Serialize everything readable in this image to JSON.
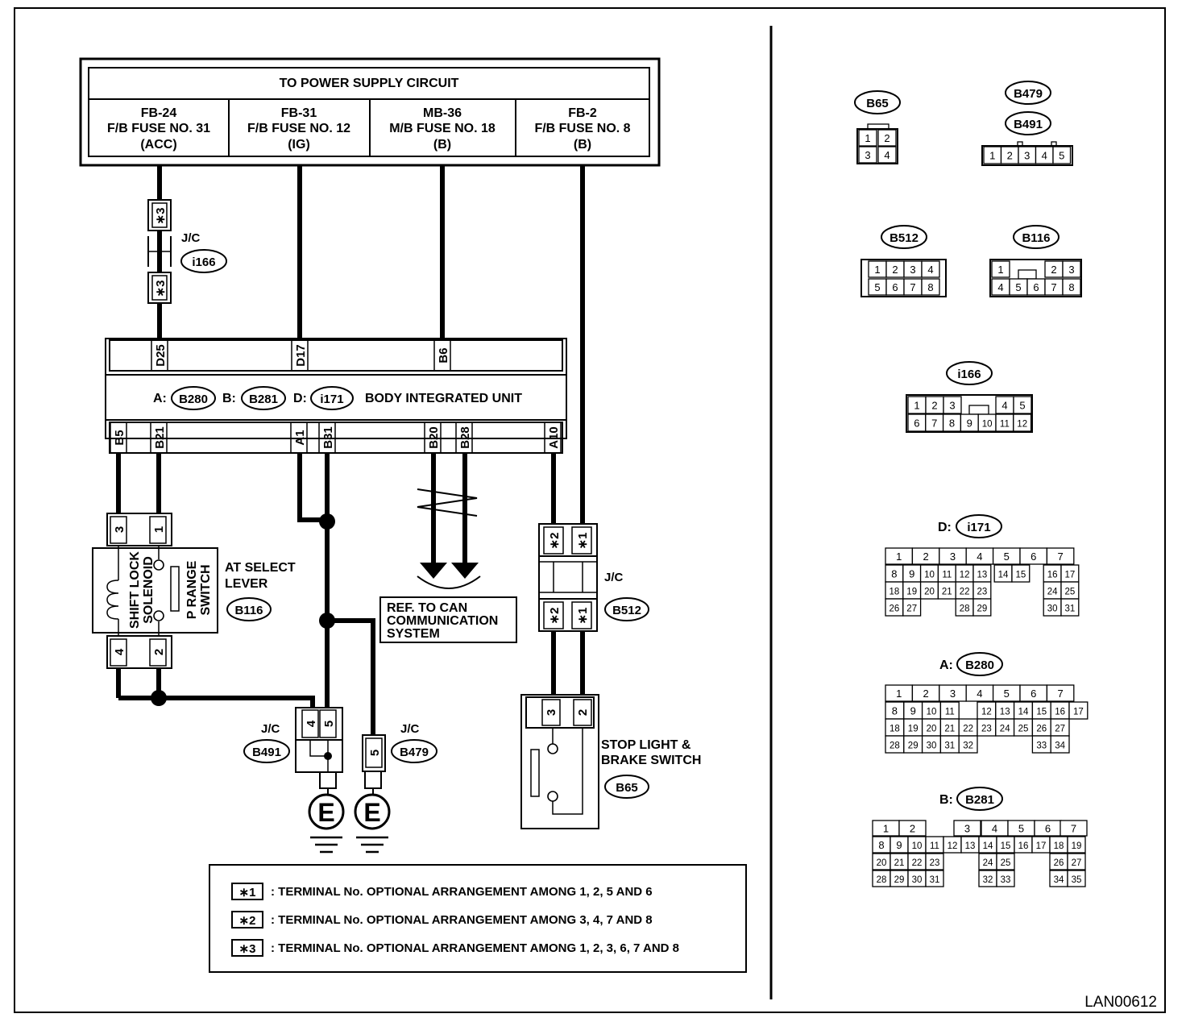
{
  "power": {
    "title": "TO POWER SUPPLY CIRCUIT",
    "fuses": [
      {
        "id": "FB-24",
        "name": "F/B FUSE NO. 31",
        "mode": "(ACC)"
      },
      {
        "id": "FB-31",
        "name": "F/B FUSE NO. 12",
        "mode": "(IG)"
      },
      {
        "id": "MB-36",
        "name": "M/B FUSE NO. 18",
        "mode": "(B)"
      },
      {
        "id": "FB-2",
        "name": "F/B FUSE NO. 8",
        "mode": "(B)"
      }
    ]
  },
  "biu": {
    "title": "BODY INTEGRATED UNIT",
    "prefixes": {
      "a": "A:",
      "b": "B:",
      "d": "D:"
    },
    "connectors": {
      "a": "B280",
      "b": "B281",
      "d": "i171"
    },
    "top_terminals": {
      "d25": "D25",
      "d17": "D17",
      "b6": "B6"
    },
    "bottom_terminals": {
      "b5": "B5",
      "b21": "B21",
      "a1": "A1",
      "b31": "B31",
      "b20": "B20",
      "b28": "B28",
      "a10": "A10"
    }
  },
  "jc_i166": {
    "label": "J/C",
    "connector": "i166",
    "pin": "∗3"
  },
  "shift_lock": {
    "solenoid": "SHIFT LOCK SOLENOID",
    "switch": "P RANGE SWITCH",
    "caption": [
      "AT SELECT",
      "LEVER"
    ],
    "connector": "B116",
    "pins": {
      "top_left": "3",
      "top_right": "1",
      "bottom_left": "4",
      "bottom_right": "2"
    }
  },
  "can_ref": [
    "REF. TO CAN",
    "COMMUNICATION",
    "SYSTEM"
  ],
  "jc_b512": {
    "label": "J/C",
    "connector": "B512",
    "pin_a": "∗2",
    "pin_b": "∗1"
  },
  "jc_b491": {
    "label": "J/C",
    "connector": "B491",
    "pins": [
      "4",
      "5"
    ]
  },
  "jc_b479": {
    "label": "J/C",
    "connector": "B479",
    "pin": "5"
  },
  "ground": {
    "symbol": "E"
  },
  "stop_light": {
    "caption": [
      "STOP LIGHT &",
      "BRAKE SWITCH"
    ],
    "connector": "B65",
    "pins": [
      "3",
      "2"
    ]
  },
  "notes": [
    {
      "key": "∗1",
      "text": ": TERMINAL No. OPTIONAL ARRANGEMENT AMONG 1, 2, 5 AND 6"
    },
    {
      "key": "∗2",
      "text": ": TERMINAL No. OPTIONAL ARRANGEMENT AMONG 3, 4, 7 AND 8"
    },
    {
      "key": "∗3",
      "text": ": TERMINAL No. OPTIONAL ARRANGEMENT AMONG 1, 2, 3, 6, 7 AND 8"
    }
  ],
  "connector_views": {
    "b65": {
      "name": "B65",
      "rows": [
        [
          "1",
          "2"
        ],
        [
          "3",
          "4"
        ]
      ]
    },
    "b479_b491": {
      "names": [
        "B479",
        "B491"
      ],
      "rows": [
        [
          "1",
          "2",
          "3",
          "4",
          "5"
        ]
      ]
    },
    "b512": {
      "name": "B512",
      "rows": [
        [
          "1",
          "2",
          "3",
          "4"
        ],
        [
          "5",
          "6",
          "7",
          "8"
        ]
      ]
    },
    "b116": {
      "name": "B116",
      "rows": [
        [
          "1",
          "",
          "2",
          "3"
        ],
        [
          "4",
          "5",
          "6",
          "7",
          "8"
        ]
      ]
    },
    "i166": {
      "name": "i166",
      "rows": [
        [
          "1",
          "2",
          "3",
          "4",
          "5"
        ],
        [
          "6",
          "7",
          "8",
          "9",
          "10",
          "11",
          "12"
        ]
      ]
    },
    "i171": {
      "prefix": "D:",
      "name": "i171",
      "header": [
        "1",
        "2",
        "3",
        "4",
        "5",
        "6",
        "7"
      ],
      "rows": [
        [
          "8",
          "9",
          "10",
          "11",
          "12",
          "13",
          "14",
          "15",
          "16",
          "17"
        ],
        [
          "18",
          "19",
          "20",
          "21",
          "22",
          "23",
          "24",
          "25"
        ],
        [
          "26",
          "27",
          "28",
          "29",
          "30",
          "31"
        ]
      ]
    },
    "b280": {
      "prefix": "A:",
      "name": "B280",
      "header": [
        "1",
        "2",
        "3",
        "4",
        "5",
        "6",
        "7"
      ],
      "rows": [
        [
          "8",
          "9",
          "10",
          "11",
          "12",
          "13",
          "14",
          "15",
          "16",
          "17"
        ],
        [
          "18",
          "19",
          "20",
          "21",
          "22",
          "23",
          "24",
          "25",
          "26",
          "27"
        ],
        [
          "28",
          "29",
          "30",
          "31",
          "32",
          "33",
          "34"
        ]
      ]
    },
    "b281": {
      "prefix": "B:",
      "name": "B281",
      "header": [
        "1",
        "2",
        "3",
        "4",
        "5",
        "6",
        "7"
      ],
      "rows": [
        [
          "8",
          "9",
          "10",
          "11",
          "12",
          "13",
          "14",
          "15",
          "16",
          "17",
          "18",
          "19"
        ],
        [
          "20",
          "21",
          "22",
          "23",
          "24",
          "25",
          "26",
          "27"
        ],
        [
          "28",
          "29",
          "30",
          "31",
          "32",
          "33",
          "34",
          "35"
        ]
      ]
    }
  },
  "figure_id": "LAN00612"
}
